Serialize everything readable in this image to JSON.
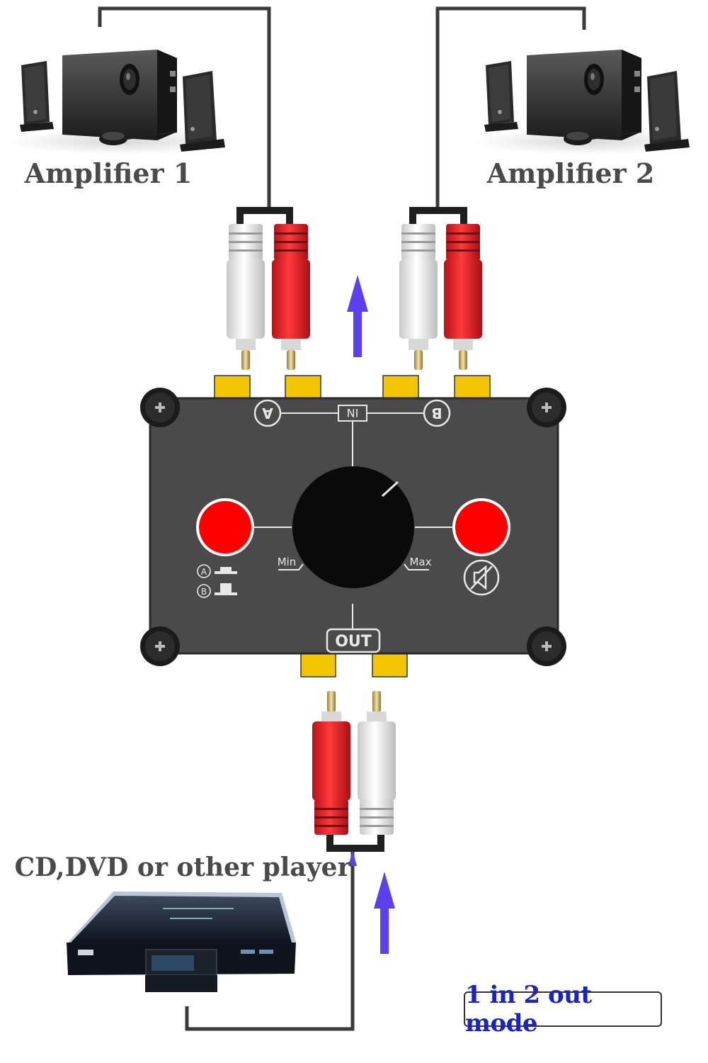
{
  "labels": {
    "amplifier_1": "Amplifier 1",
    "amplifier_2": "Amplifier 2",
    "player": "CD,DVD or other player",
    "mode": "1 in 2 out mode"
  },
  "panel": {
    "port_a": "A",
    "port_b": "B",
    "in_label": "IN",
    "out_label": "OUT",
    "min_label": "Min",
    "max_label": "Max",
    "switch_a": "A",
    "switch_b": "B"
  },
  "colors": {
    "panel": "#4a4a4a",
    "port": "#f2c500",
    "button": "#ff0000",
    "arrow": "#5b3ff0",
    "mode_text": "#1a23c9",
    "cable": "#3a3a3a",
    "rca_red": "#e3232a",
    "rca_white": "#eeeeee"
  },
  "icons": {
    "mute": "mute-icon",
    "screw": "screw-icon",
    "knob": "volume-knob",
    "arrow": "arrow-up-icon"
  }
}
